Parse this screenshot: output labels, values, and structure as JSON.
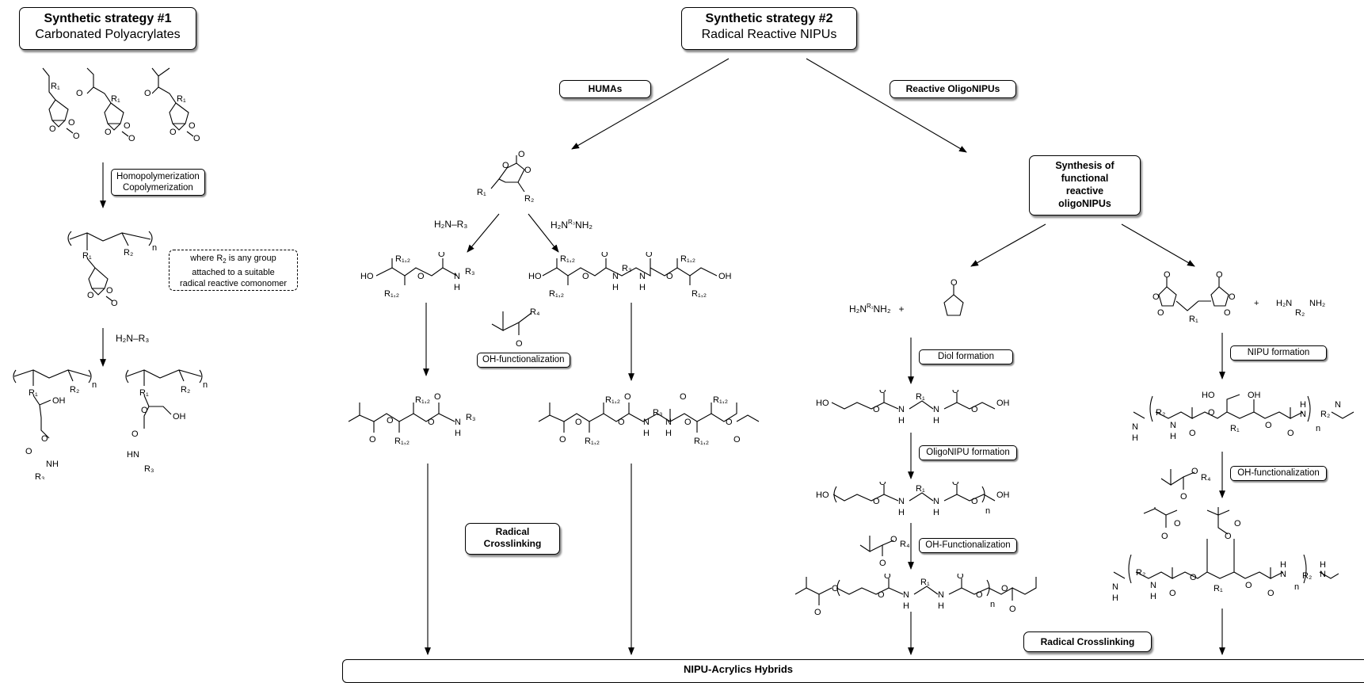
{
  "strategy1": {
    "title": "Synthetic strategy #1",
    "subtitle": "Carbonated Polyacrylates"
  },
  "strategy2": {
    "title": "Synthetic strategy #2",
    "subtitle": "Radical Reactive NIPUs"
  },
  "branch_humas": "HUMAs",
  "branch_reactive": "Reactive OligoNIPUs",
  "synthesis_box": [
    "Synthesis of",
    "functional",
    "reactive",
    "oligoNIPUs"
  ],
  "step_labels": {
    "homopolymerization": "Homopolymerization",
    "copolymerization": "Copolymerization",
    "oh_functionalization": "OH-functionalization",
    "diol_formation": "Diol formation",
    "oligonipu_formation": "OligoNIPU formation",
    "oh_functionalization_cap": "OH-Functionalization",
    "nipu_formation": "NIPU formation",
    "oh_functionalization_right": "OH-functionalization"
  },
  "note": {
    "line1": "where R",
    "sub": "2",
    "line1b": " is any group",
    "line2": "attached to a suitable",
    "line3": "radical reactive comonomer"
  },
  "radical_crosslinking_1": [
    "Radical",
    "Crosslinking"
  ],
  "radical_crosslinking_2": "Radical Crosslinking",
  "reagents": {
    "amine1": "H₂N–R₃",
    "amine_s1": "H₂N–R₃",
    "diamine": "H₂NⁿR₃ⁿNH₂"
  },
  "final": "NIPU-Acrylics Hybrids"
}
